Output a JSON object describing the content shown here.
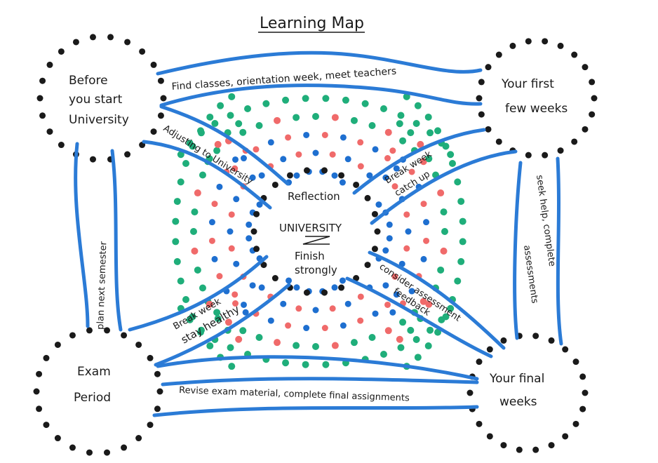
{
  "title": "Learning Map",
  "center": {
    "label": "UNIVERSITY",
    "top": "Reflection",
    "bottom_line1": "Finish",
    "bottom_line2": "strongly"
  },
  "stages": {
    "top_left": [
      "Before",
      "you start",
      "University"
    ],
    "top_right": [
      "Your first",
      "few weeks"
    ],
    "bottom_left": [
      "Exam",
      "Period"
    ],
    "bottom_right": [
      "Your final",
      "weeks"
    ]
  },
  "paths": {
    "top": "Find classes, orientation week, meet teachers",
    "adjusting": "Adjusting to University",
    "break_catch_1": "Break week",
    "break_catch_2": "catch up",
    "right_1": "seek help, complete",
    "right_2": "assessments",
    "consider_1": "consider assessment",
    "consider_2": "feedback",
    "bottom": "Revise exam material, complete final assignments",
    "break_healthy_1": "Break week",
    "break_healthy_2": "stay healthy",
    "left": "plan next semester"
  },
  "colors": {
    "line": "#2b7bd6",
    "dot_green": "#1fae7a",
    "dot_red": "#f06a6a",
    "dot_blue": "#1e6fd0",
    "dot_black": "#1a1a1a"
  }
}
